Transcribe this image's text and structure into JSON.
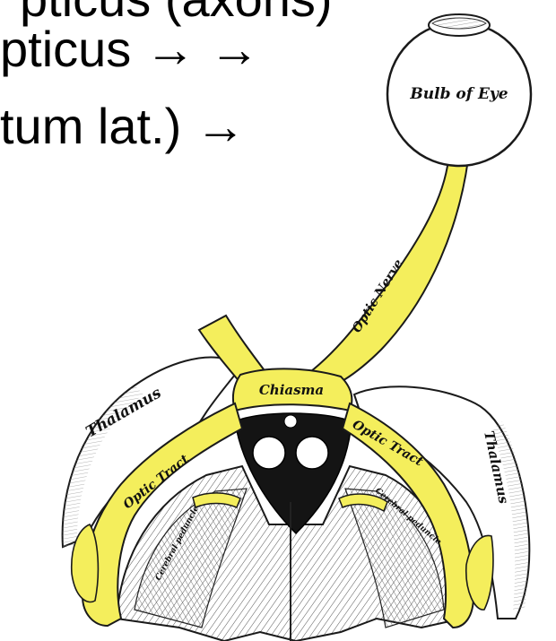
{
  "slide_text": {
    "line_1": "pticus (axons)",
    "line_2": "pticus → →",
    "line_3": "tum lat.) →"
  },
  "figure": {
    "labels": {
      "bulb_of_eye": "Bulb of Eye",
      "optic_nerve": "Optic Nerve",
      "chiasma": "Chiasma",
      "thalamus_left": "Thalamus",
      "thalamus_right": "Thalamus",
      "optic_tract_left": "Optic Tract",
      "optic_tract_right": "Optic Tract",
      "cerebral_peduncle_left": "Cerebral peduncle",
      "cerebral_peduncle_right": "Cerebral peduncle"
    },
    "colors": {
      "optic_pathway": "#f4ee5c",
      "outline": "#1a1a1a",
      "background": "#ffffff"
    }
  }
}
